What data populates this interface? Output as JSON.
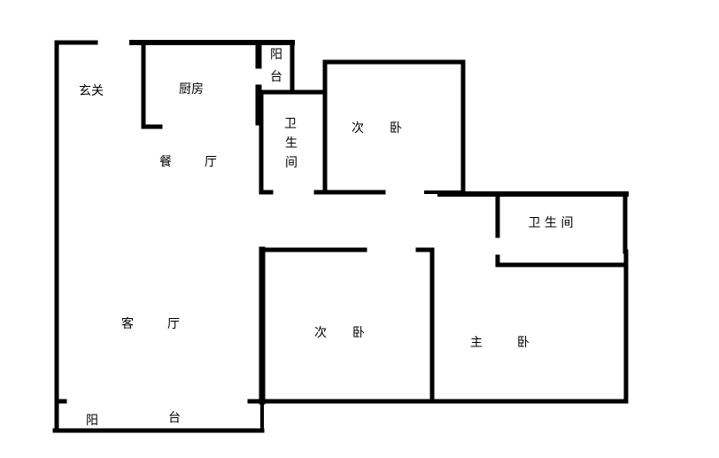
{
  "rooms": {
    "entrance": "玄关",
    "kitchen": "厨房",
    "small_balcony": {
      "char1": "阳",
      "char2": "台"
    },
    "bathroom_1": {
      "char1": "卫",
      "char2": "生",
      "char3": "间"
    },
    "second_bedroom_top": {
      "char1": "次",
      "char2": "卧"
    },
    "dining_room": {
      "char1": "餐",
      "char2": "厅"
    },
    "bathroom_2": "卫 生 间",
    "living_room": {
      "char1": "客",
      "char2": "厅"
    },
    "second_bedroom_bottom": {
      "char1": "次",
      "char2": "卧"
    },
    "master_bedroom": {
      "char1": "主",
      "char2": "卧"
    },
    "living_balcony": {
      "char1": "阳",
      "char2": "台"
    }
  },
  "colors": {
    "wall": "#000000",
    "background": "#ffffff"
  }
}
